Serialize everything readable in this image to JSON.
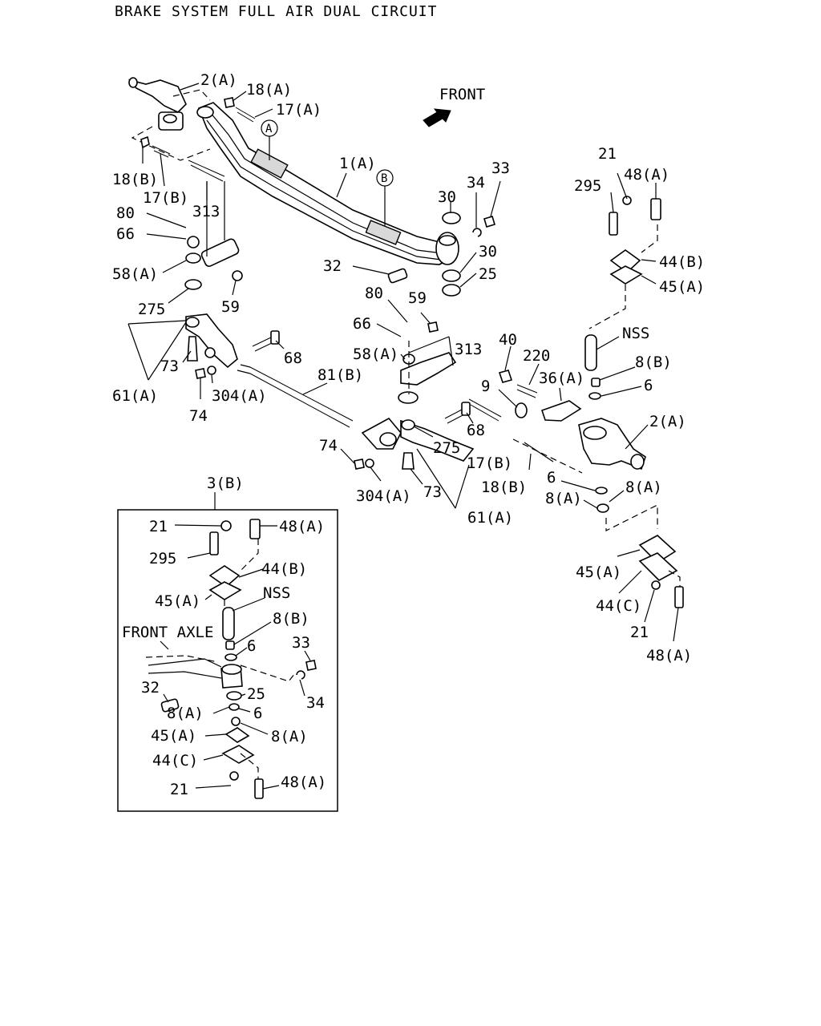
{
  "title": "BRAKE SYSTEM FULL AIR DUAL CIRCUIT",
  "direction_label": "FRONT",
  "circle_markers": [
    "A",
    "B"
  ],
  "callouts": [
    {
      "id": "c1",
      "text": "2(A)"
    },
    {
      "id": "c2",
      "text": "18(A)"
    },
    {
      "id": "c3",
      "text": "17(A)"
    },
    {
      "id": "c4",
      "text": "18(B)"
    },
    {
      "id": "c5",
      "text": "17(B)"
    },
    {
      "id": "c6",
      "text": "313"
    },
    {
      "id": "c7",
      "text": "80"
    },
    {
      "id": "c8",
      "text": "66"
    },
    {
      "id": "c9",
      "text": "58(A)"
    },
    {
      "id": "c10",
      "text": "59"
    },
    {
      "id": "c11",
      "text": "275"
    },
    {
      "id": "c12",
      "text": "73"
    },
    {
      "id": "c13",
      "text": "61(A)"
    },
    {
      "id": "c14",
      "text": "74"
    },
    {
      "id": "c15",
      "text": "304(A)"
    },
    {
      "id": "c16",
      "text": "68"
    },
    {
      "id": "c17",
      "text": "81(B)"
    },
    {
      "id": "c18",
      "text": "1(A)"
    },
    {
      "id": "c19",
      "text": "30"
    },
    {
      "id": "c20",
      "text": "34"
    },
    {
      "id": "c21",
      "text": "33"
    },
    {
      "id": "c22",
      "text": "30"
    },
    {
      "id": "c23",
      "text": "25"
    },
    {
      "id": "c24",
      "text": "32"
    },
    {
      "id": "c25",
      "text": "80"
    },
    {
      "id": "c26",
      "text": "59"
    },
    {
      "id": "c27",
      "text": "66"
    },
    {
      "id": "c28",
      "text": "58(A)"
    },
    {
      "id": "c29",
      "text": "313"
    },
    {
      "id": "c30",
      "text": "40"
    },
    {
      "id": "c31",
      "text": "220"
    },
    {
      "id": "c32",
      "text": "36(A)"
    },
    {
      "id": "c33",
      "text": "9"
    },
    {
      "id": "c34",
      "text": "68"
    },
    {
      "id": "c35",
      "text": "275"
    },
    {
      "id": "c36",
      "text": "74"
    },
    {
      "id": "c37",
      "text": "304(A)"
    },
    {
      "id": "c38",
      "text": "73"
    },
    {
      "id": "c39",
      "text": "17(B)"
    },
    {
      "id": "c40",
      "text": "18(B)"
    },
    {
      "id": "c41",
      "text": "61(A)"
    },
    {
      "id": "c42",
      "text": "21"
    },
    {
      "id": "c43",
      "text": "295"
    },
    {
      "id": "c44",
      "text": "48(A)"
    },
    {
      "id": "c45",
      "text": "44(B)"
    },
    {
      "id": "c46",
      "text": "45(A)"
    },
    {
      "id": "c47",
      "text": "NSS"
    },
    {
      "id": "c48",
      "text": "8(B)"
    },
    {
      "id": "c49",
      "text": "6"
    },
    {
      "id": "c50",
      "text": "2(A)"
    },
    {
      "id": "c51",
      "text": "6"
    },
    {
      "id": "c52",
      "text": "8(A)"
    },
    {
      "id": "c53",
      "text": "8(A)"
    },
    {
      "id": "c54",
      "text": "45(A)"
    },
    {
      "id": "c55",
      "text": "44(C)"
    },
    {
      "id": "c56",
      "text": "21"
    },
    {
      "id": "c57",
      "text": "48(A)"
    }
  ],
  "inset": {
    "title": "3(B)",
    "axle_label": "FRONT AXLE",
    "callouts": [
      {
        "id": "i1",
        "text": "21"
      },
      {
        "id": "i2",
        "text": "48(A)"
      },
      {
        "id": "i3",
        "text": "295"
      },
      {
        "id": "i4",
        "text": "44(B)"
      },
      {
        "id": "i5",
        "text": "45(A)"
      },
      {
        "id": "i6",
        "text": "NSS"
      },
      {
        "id": "i7",
        "text": "8(B)"
      },
      {
        "id": "i8",
        "text": "6"
      },
      {
        "id": "i9",
        "text": "33"
      },
      {
        "id": "i10",
        "text": "32"
      },
      {
        "id": "i11",
        "text": "25"
      },
      {
        "id": "i12",
        "text": "34"
      },
      {
        "id": "i13",
        "text": "8(A)"
      },
      {
        "id": "i14",
        "text": "6"
      },
      {
        "id": "i15",
        "text": "45(A)"
      },
      {
        "id": "i16",
        "text": "8(A)"
      },
      {
        "id": "i17",
        "text": "44(C)"
      },
      {
        "id": "i18",
        "text": "21"
      },
      {
        "id": "i19",
        "text": "48(A)"
      }
    ]
  }
}
